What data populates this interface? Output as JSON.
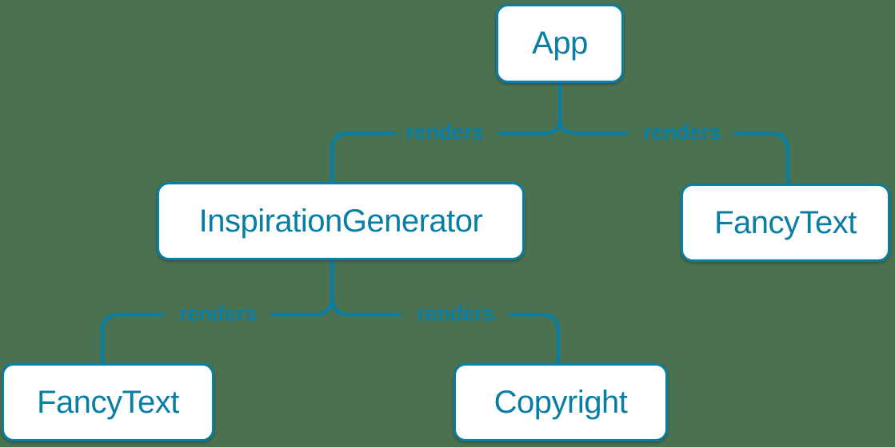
{
  "diagram": {
    "type": "component-tree",
    "nodes": [
      {
        "id": "app",
        "label": "App"
      },
      {
        "id": "inspiration-generator",
        "label": "InspirationGenerator"
      },
      {
        "id": "fancy-text-right",
        "label": "FancyText"
      },
      {
        "id": "fancy-text-left",
        "label": "FancyText"
      },
      {
        "id": "copyright",
        "label": "Copyright"
      }
    ],
    "edges": [
      {
        "from": "app",
        "to": "inspiration-generator",
        "label": "renders"
      },
      {
        "from": "app",
        "to": "fancy-text-right",
        "label": "renders"
      },
      {
        "from": "inspiration-generator",
        "to": "fancy-text-left",
        "label": "renders"
      },
      {
        "from": "inspiration-generator",
        "to": "copyright",
        "label": "renders"
      }
    ],
    "colors": {
      "background": "#4a7150",
      "accent": "#087ea4",
      "node_fill": "#ffffff"
    }
  }
}
